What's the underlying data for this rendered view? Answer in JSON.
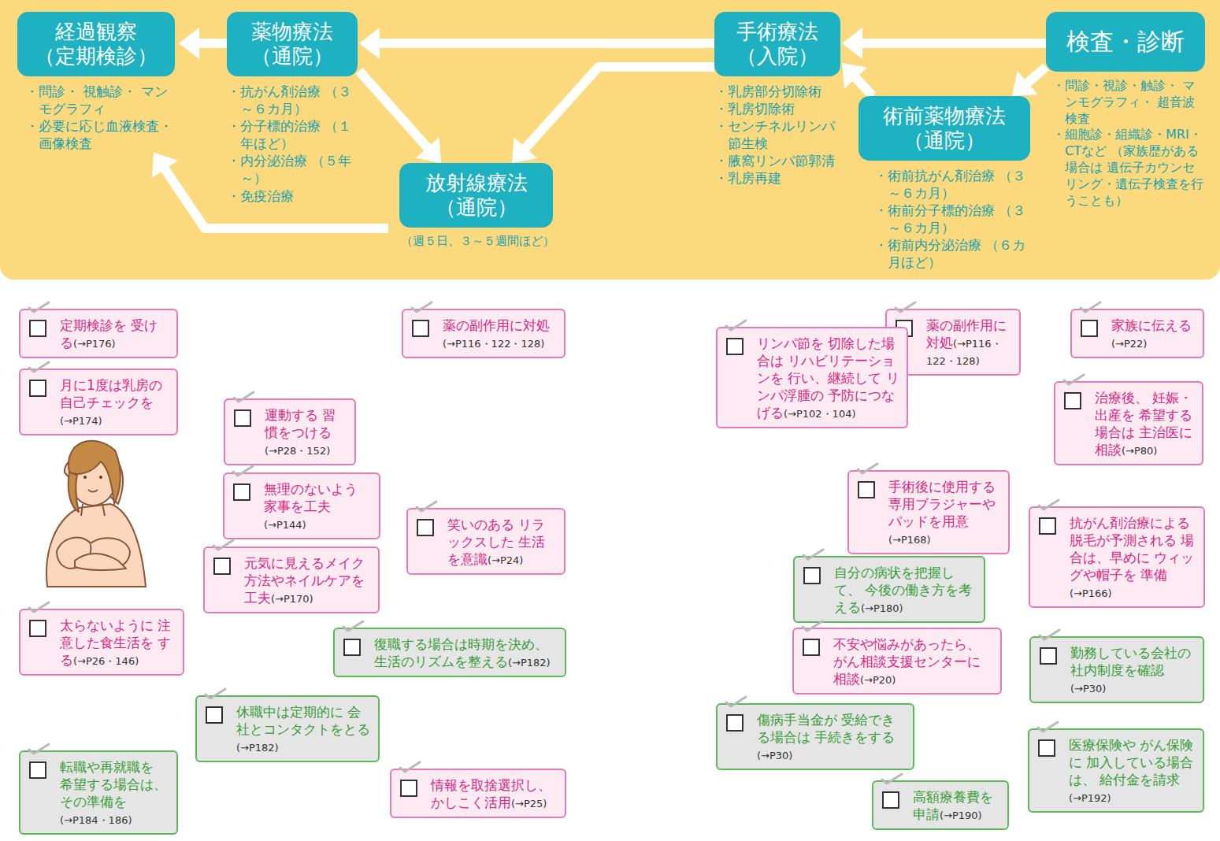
{
  "diagram": {
    "nodes": [
      {
        "text": [
          "経過観察 （定期検診）",
          "・問診・ 視触診・ マンモグラフィ",
          "・必要に応じ血液検査・ 画像検査"
        ]
      },
      {
        "text": [
          "薬物療法 （通院）",
          "・抗がん剤治療 （３～６カ月）",
          "・分子標的治療 （１年ほど）",
          "・内分泌治療 （５年～）",
          "・免疫治療"
        ]
      },
      {
        "text": [
          "手術療法 （入院）",
          "・乳房部分切除術",
          "・乳房切除術",
          "・センチネルリンパ 節生検",
          "・腋窩リンパ節郭清",
          "・乳房再建"
        ]
      },
      {
        "text": [
          "検査・診断",
          "・問診・視診・触診・ マンモグラフィ・ 超音波検査",
          "・細胞診・組織診・MRI・ CTなど （家族歴がある場合は 遺伝子カウンセリング・遺伝子検査を行うことも）"
        ]
      },
      {
        "text": [
          "放射線療法 （通院）",
          "（週５日、３～５週間ほど）"
        ]
      },
      {
        "text": [
          "術前薬物療法 （通院）",
          "・術前抗がん剤治療 （３～６カ月）",
          "・術前分子標的治療 （３～６カ月）",
          "・術前内分泌治療 （６カ月ほど）"
        ]
      },
      {
        "text": [
          "定期検診を 受ける",
          "(→P176)"
        ]
      },
      {
        "text": [
          "薬の副作用に対処",
          "(→P116・122・128)"
        ]
      },
      {
        "text": [
          "薬の副作用に 対処",
          "(→P116・ 122・128)"
        ]
      },
      {
        "text": [
          "家族に伝える",
          "(→P22)"
        ]
      },
      {
        "text": [
          "リンパ節を 切除した場合は リハビリテーションを 行い、継続して リンパ浮腫の 予防につなげる",
          "(→P102・104)"
        ]
      },
      {
        "text": [
          "月に1度は乳房の 自己チェックを",
          "(→P174)"
        ]
      },
      {
        "text": [
          "治療後、 妊娠・出産を 希望する場合は 主治医に相談",
          "(→P80)"
        ]
      },
      {
        "text": [
          "運動する 習慣をつける",
          "(→P28・152)"
        ]
      },
      {
        "text": [
          "手術後に使用する 専用ブラジャーや パッドを用意",
          "(→P168)"
        ]
      },
      {
        "text": [
          "無理のないよう 家事を工夫",
          "(→P144)"
        ]
      },
      {
        "text": [
          "抗がん剤治療による 脱毛が予測される 場合は、早めに ウィッグや帽子を 準備",
          "(→P166)"
        ]
      },
      {
        "text": [
          "笑いのある リラックスした 生活を意識",
          "(→P24)"
        ]
      },
      {
        "text": [
          "元気に見えるメイク 方法やネイルケアを 工夫",
          "(→P170)"
        ]
      },
      {
        "text": [
          "自分の病状を把握して、 今後の働き方を考える",
          "(→P180)"
        ]
      },
      {
        "text": [
          "太らないように 注意した食生活を する",
          "(→P26・146)"
        ]
      },
      {
        "text": [
          "復職する場合は時期を決め、 生活のリズムを整える",
          "(→P182)"
        ]
      },
      {
        "text": [
          "不安や悩みがあったら、 がん相談支援センターに 相談",
          "(→P20)"
        ]
      },
      {
        "text": [
          "勤務している会社の 社内制度を確認",
          "(→P30)"
        ]
      },
      {
        "text": [
          "休職中は定期的に 会社とコンタクトをとる",
          "(→P182)"
        ]
      },
      {
        "text": [
          "傷病手当金が 受給できる場合は 手続きをする",
          "(→P30)"
        ]
      },
      {
        "text": [
          "医療保険や がん保険に 加入している場合は、 給付金を請求",
          "(→P192)"
        ]
      },
      {
        "text": [
          "転職や再就職を 希望する場合は、 その準備を",
          "(→P184・186)"
        ]
      },
      {
        "text": [
          "情報を取捨選択し、 かしこく活用",
          "(→P25)"
        ]
      },
      {
        "text": [
          "高額療養費を 申請",
          "(→P190)"
        ]
      }
    ],
    "edges": [
      {
        "from": 3,
        "to": 2,
        "arrow": "to"
      },
      {
        "from": 3,
        "to": 5,
        "arrow": "to"
      },
      {
        "from": 5,
        "to": 2,
        "arrow": "to"
      },
      {
        "from": 2,
        "to": 1,
        "arrow": "to"
      },
      {
        "from": 2,
        "to": 4,
        "arrow": "to"
      },
      {
        "from": 1,
        "to": 0,
        "arrow": "to"
      },
      {
        "from": 1,
        "to": 4,
        "arrow": "to"
      },
      {
        "from": 4,
        "to": 0,
        "arrow": "to"
      }
    ]
  }
}
